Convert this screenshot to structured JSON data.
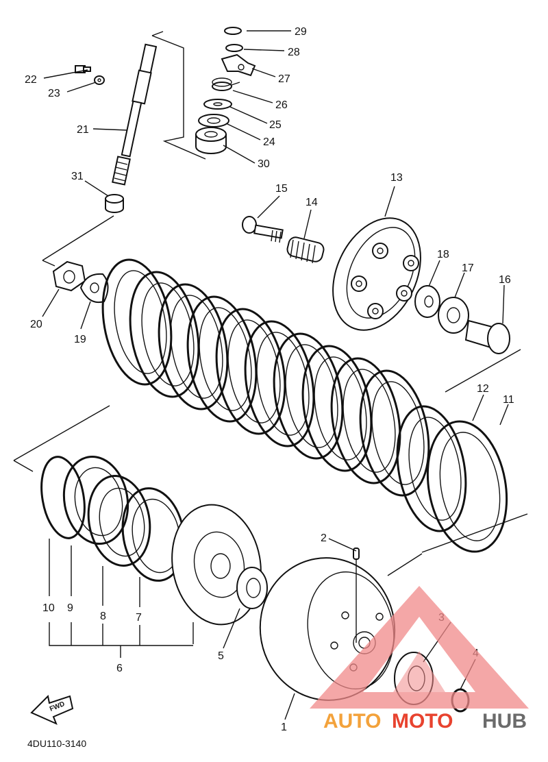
{
  "diagram": {
    "drawing_code": "4DU110-3140",
    "fwd_label": "FWD",
    "callouts": [
      "1",
      "2",
      "3",
      "4",
      "5",
      "6",
      "7",
      "8",
      "9",
      "10",
      "11",
      "12",
      "13",
      "14",
      "15",
      "16",
      "17",
      "18",
      "19",
      "20",
      "21",
      "22",
      "23",
      "24",
      "25",
      "26",
      "27",
      "28",
      "29",
      "30",
      "31"
    ]
  },
  "watermark": {
    "brand_part1": "AUTO",
    "brand_part2": "MOTO",
    "brand_part3": "HUB",
    "colors": {
      "auto": "#f3a23b",
      "moto": "#e8432f",
      "hub": "#6b6b6b",
      "triangle": "#f08a8a"
    }
  }
}
